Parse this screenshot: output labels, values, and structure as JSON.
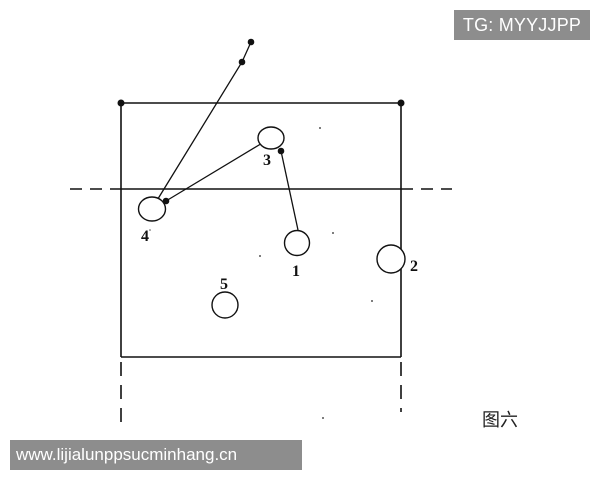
{
  "watermarks": {
    "tg_handle": "TG: MYYJJPP",
    "site_url": "www.lijialunppsucminhang.cn"
  },
  "figure_label": "图六",
  "players": [
    {
      "id": "p1",
      "label": "1"
    },
    {
      "id": "p2",
      "label": "2"
    },
    {
      "id": "p3",
      "label": "3"
    },
    {
      "id": "p4",
      "label": "4"
    },
    {
      "id": "p5",
      "label": "5"
    }
  ],
  "colors": {
    "ink": "#111111",
    "watermark_bg": "#8d8d8d",
    "watermark_text": "#ffffff"
  }
}
